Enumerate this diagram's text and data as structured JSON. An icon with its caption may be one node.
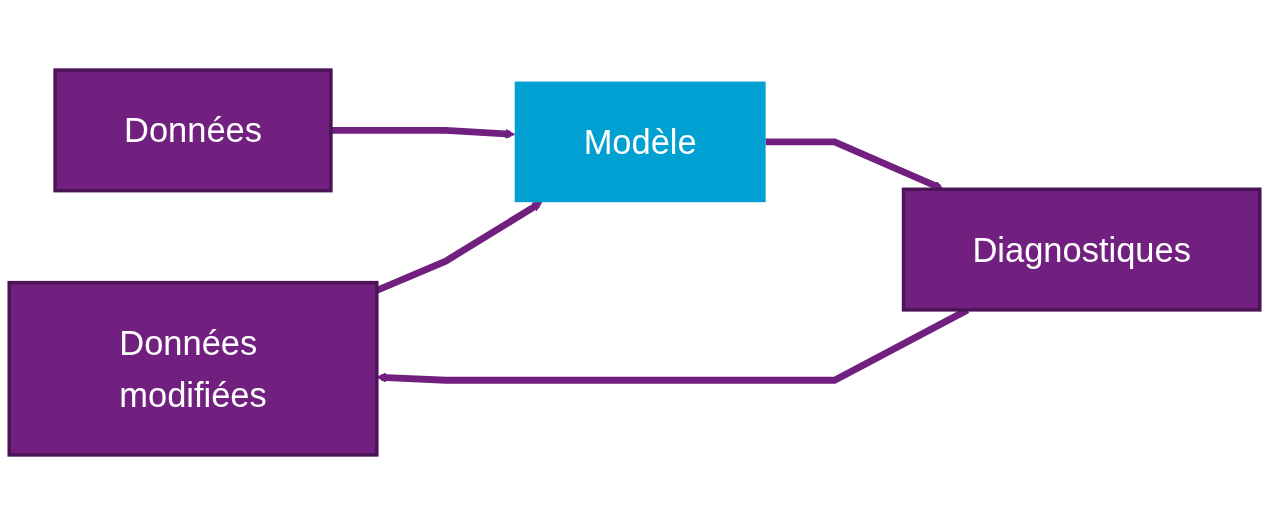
{
  "diagram": {
    "nodes": [
      {
        "text": [
          "Données modifiées"
        ]
      },
      {
        "text": [
          "Diagnostiques"
        ]
      },
      {
        "text": [
          "Données"
        ]
      },
      {
        "text": [
          "Modèle"
        ]
      }
    ],
    "edges": [
      {
        "from": 2,
        "to": 3,
        "arrow": "to"
      },
      {
        "from": 0,
        "to": 3,
        "arrow": "to"
      },
      {
        "from": 3,
        "to": 1,
        "arrow": "to"
      },
      {
        "from": 1,
        "to": 0,
        "arrow": "to"
      }
    ]
  }
}
